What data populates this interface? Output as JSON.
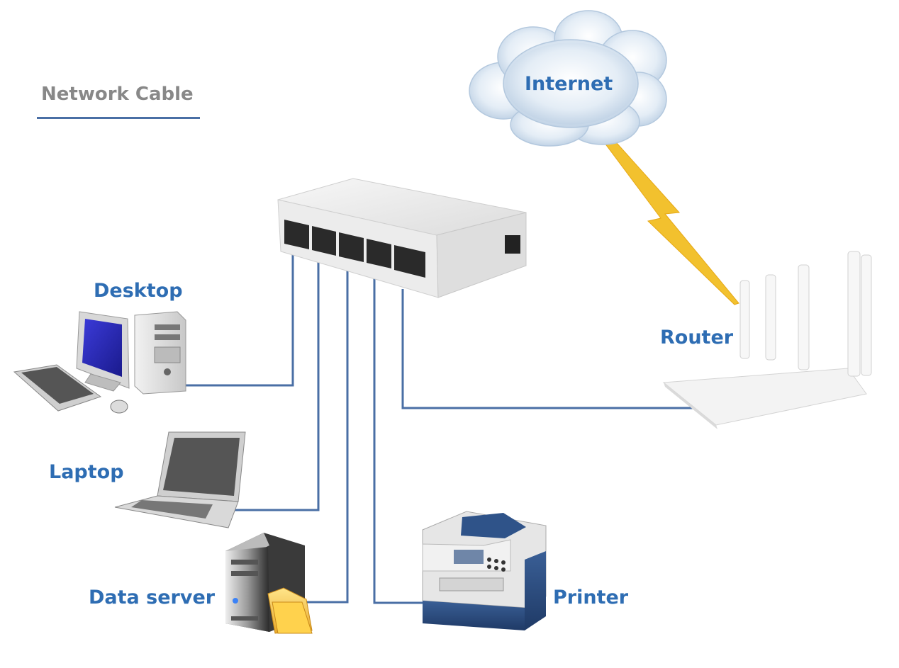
{
  "legend": {
    "label": "Network Cable"
  },
  "nodes": {
    "internet": {
      "label": "Internet",
      "icon": "cloud-icon"
    },
    "router": {
      "label": "Router",
      "icon": "router-icon"
    },
    "switch": {
      "icon": "network-switch-icon"
    },
    "desktop": {
      "label": "Desktop",
      "icon": "desktop-computer-icon"
    },
    "laptop": {
      "label": "Laptop",
      "icon": "laptop-icon"
    },
    "server": {
      "label": "Data server",
      "icon": "data-server-icon"
    },
    "printer": {
      "label": "Printer",
      "icon": "printer-icon"
    }
  },
  "colors": {
    "label": "#2e6db3",
    "legend_text": "#888888",
    "cable": "#4a6fa5",
    "wireless": "#f2c12e"
  }
}
